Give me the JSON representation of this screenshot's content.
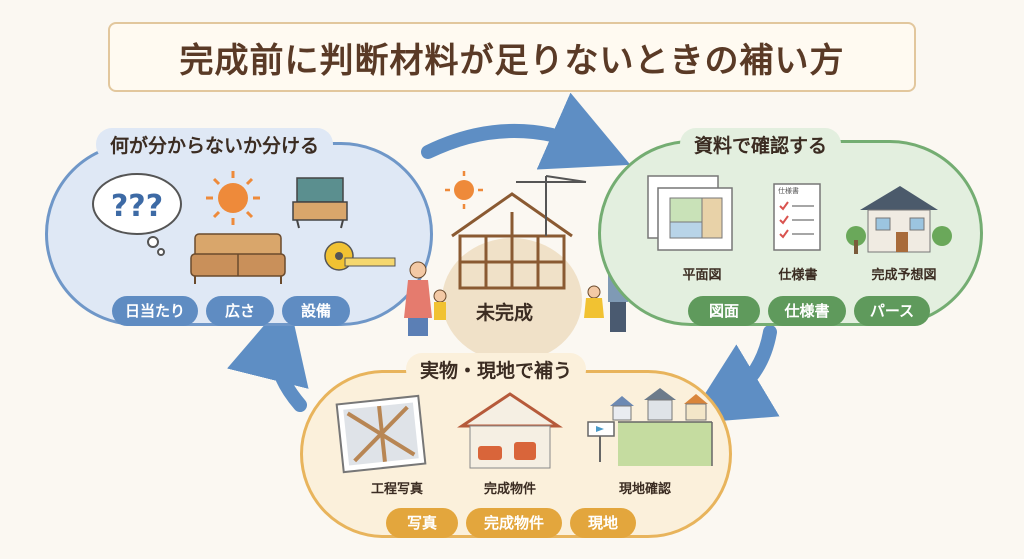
{
  "title": "完成前に判断材料が足りないときの補い方",
  "center": {
    "label": "未完成"
  },
  "sections": {
    "identify": {
      "heading": "何が分からないか分ける",
      "tags": [
        "日当たり",
        "広さ",
        "設備"
      ]
    },
    "documents": {
      "heading": "資料で確認する",
      "doc_label": "仕様書",
      "items": [
        "平面図",
        "仕様書",
        "完成予想図"
      ],
      "tags": [
        "図面",
        "仕様書",
        "パース"
      ]
    },
    "onsite": {
      "heading": "実物・現地で補う",
      "items": [
        "工程写真",
        "完成物件",
        "現地確認"
      ],
      "tags": [
        "写真",
        "完成物件",
        "現地"
      ]
    }
  },
  "icons": {
    "thought": "question-marks-icon",
    "sun": "sun-icon",
    "sofa": "sofa-icon",
    "tv": "tv-cabinet-icon",
    "tape": "tape-measure-icon"
  },
  "colors": {
    "blue": "#6f97c8",
    "green": "#74ad72",
    "orange": "#e8b45c",
    "title": "#5a3a26"
  }
}
